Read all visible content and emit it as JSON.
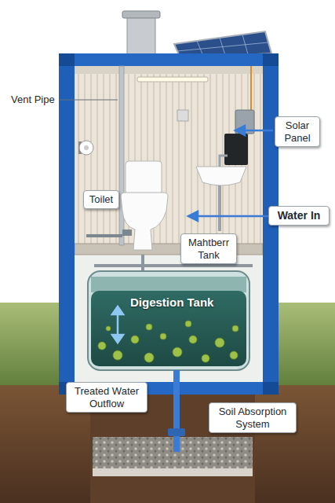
{
  "diagram": {
    "nodes": [
      {
        "text": [
          "Solar Panel"
        ]
      },
      {
        "text": [
          "Toilet"
        ]
      },
      {
        "text": [
          "Water In"
        ]
      },
      {
        "text": [
          "Mahtberr Tank"
        ]
      },
      {
        "text": [
          "Treated Water Outflow"
        ]
      },
      {
        "text": [
          "Soil Absorption System"
        ]
      }
    ],
    "labels": [
      "Vent Pipe",
      "Digestion Tank"
    ]
  }
}
